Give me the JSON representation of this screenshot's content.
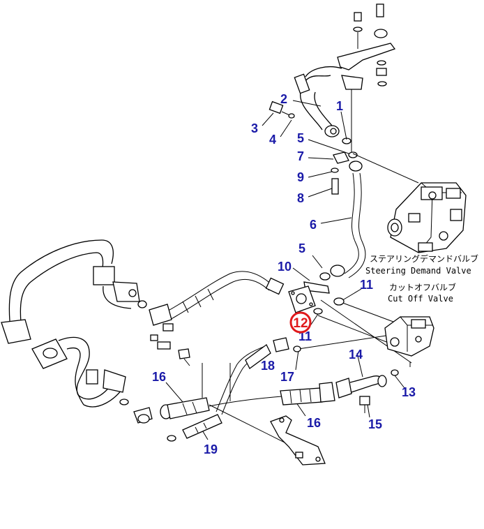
{
  "labels": {
    "p1": "1",
    "p2": "2",
    "p3": "3",
    "p4": "4",
    "p5a": "5",
    "p5b": "5",
    "p6": "6",
    "p7": "7",
    "p8": "8",
    "p9": "9",
    "p10": "10",
    "p11a": "11",
    "p11b": "11",
    "p12": "12",
    "p13": "13",
    "p14": "14",
    "p15": "15",
    "p16a": "16",
    "p16b": "16",
    "p17": "17",
    "p18": "18",
    "p19": "19"
  },
  "callouts": {
    "steering_jp": "ステアリングデマンドバルブ",
    "steering_en": "Steering Demand Valve",
    "cutoff_jp": "カットオフバルブ",
    "cutoff_en": "Cut Off Valve"
  },
  "colors": {
    "label": "#1a1aa8",
    "highlight": "#e0191b"
  }
}
